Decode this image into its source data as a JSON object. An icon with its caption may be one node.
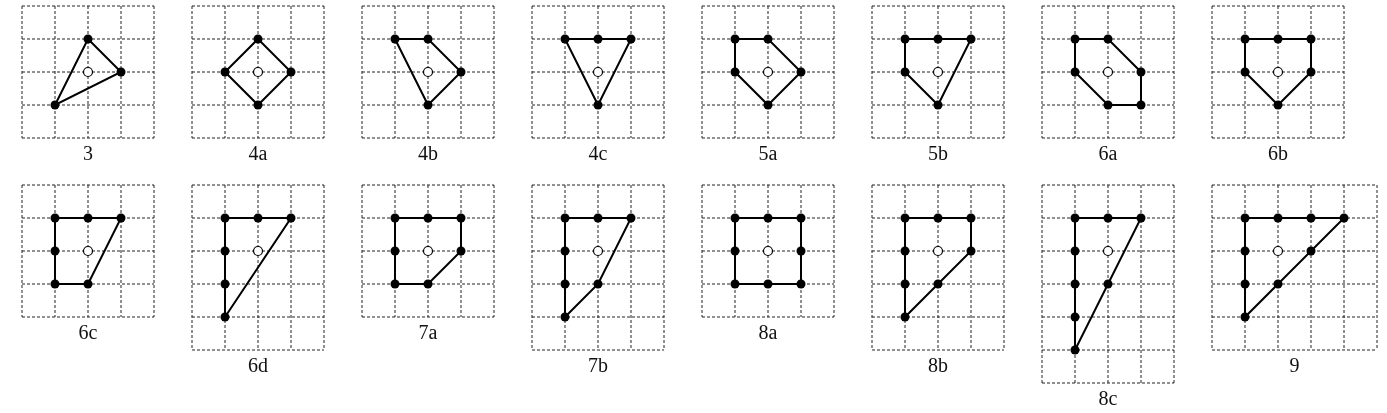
{
  "diagram": {
    "labels": [
      "3",
      "4a",
      "4b",
      "4c",
      "5a",
      "5b",
      "6a",
      "6b",
      "6c",
      "6d",
      "7a",
      "7b",
      "8a",
      "8b",
      "8c",
      "9"
    ]
  }
}
